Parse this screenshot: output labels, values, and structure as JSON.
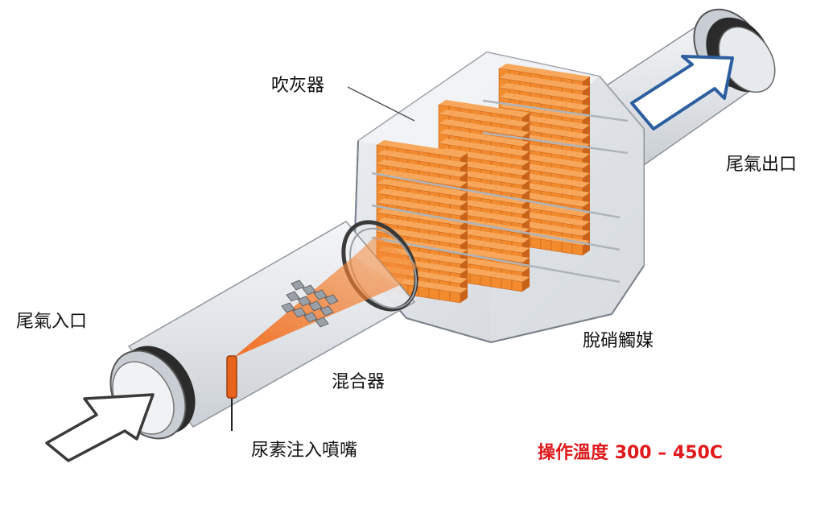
{
  "labels": {
    "soot_blower": "吹灰器",
    "exhaust_outlet": "尾氣出口",
    "exhaust_inlet": "尾氣入口",
    "denox_catalyst": "脫硝觸媒",
    "mixer": "混合器",
    "urea_nozzle": "尿素注入噴嘴"
  },
  "operating": {
    "label": "操作溫度",
    "range": "300 – 450C",
    "color": "#e0191b"
  },
  "colors": {
    "catalyst_face": "#f28a2e",
    "catalyst_dark": "#c9631a",
    "catalyst_light": "#f7a85c",
    "spray": "#f26a1b",
    "arrow_outlet": "#2d5fa0",
    "housing": "#d9dde2",
    "pipe_light": "#eef0f3"
  },
  "icons": [
    "inlet-arrow-icon",
    "outlet-arrow-icon",
    "mixer-icon",
    "nozzle-icon"
  ]
}
